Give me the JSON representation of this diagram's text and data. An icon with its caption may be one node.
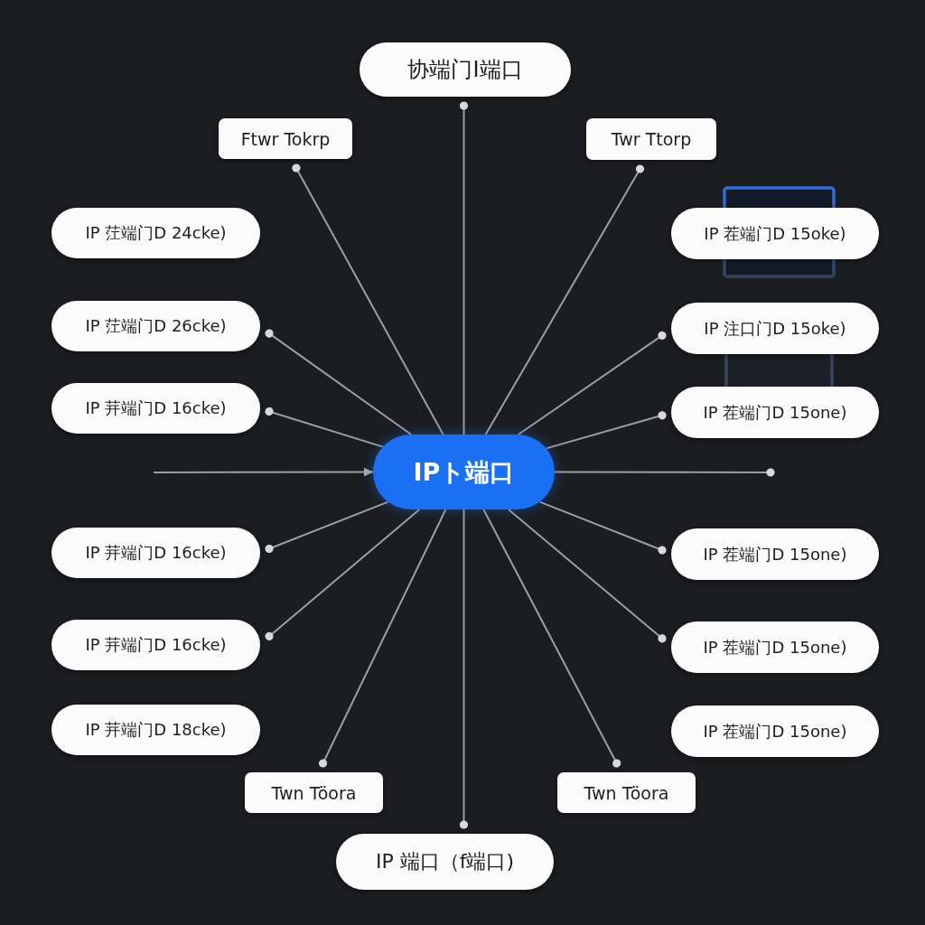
{
  "diagram": {
    "nodes": [
      {
        "text": [
          "协端门I端口"
        ]
      },
      {
        "text": [
          "Ftwr Tokrp"
        ]
      },
      {
        "text": [
          "Twr Ttorp"
        ]
      },
      {
        "text": [
          "IP 茳端门D 24cke)"
        ]
      },
      {
        "text": [
          "IP 茬端门D 15oke)"
        ]
      },
      {
        "text": [
          "IP 茳端门D 26cke)"
        ]
      },
      {
        "text": [
          "IP 注口门D 15oke)"
        ]
      },
      {
        "text": [
          "IP 茾端门D 16cke)"
        ]
      },
      {
        "text": [
          "IP 茬端门D 15one)"
        ]
      },
      {
        "text": [
          "IPト端口"
        ]
      },
      {
        "text": [
          "IP 茾端门D 16cke)"
        ]
      },
      {
        "text": [
          "IP 茬端门D 15one)"
        ]
      },
      {
        "text": [
          "IP 茾端门D 16cke)"
        ]
      },
      {
        "text": [
          "IP 茬端门D 15one)"
        ]
      },
      {
        "text": [
          "IP 茾端门D 18cke)"
        ]
      },
      {
        "text": [
          "IP 茬端门D 15one)"
        ]
      },
      {
        "text": [
          "Twn Töora"
        ]
      },
      {
        "text": [
          "Twn Töora"
        ]
      },
      {
        "text": [
          "IP 端口（f端口)"
        ]
      }
    ],
    "edges": [
      {
        "from": 9,
        "to": 0,
        "arrow": "other"
      },
      {
        "from": 9,
        "to": 1,
        "arrow": "other"
      },
      {
        "from": 9,
        "to": 2,
        "arrow": "other"
      },
      {
        "from": null,
        "to": 9,
        "arrow": "to"
      },
      {
        "from": 9,
        "to": null,
        "arrow": "other"
      },
      {
        "from": 9,
        "to": 5,
        "arrow": "other"
      },
      {
        "from": 9,
        "to": 7,
        "arrow": "other"
      },
      {
        "from": 9,
        "to": 6,
        "arrow": "other"
      },
      {
        "from": 9,
        "to": 8,
        "arrow": "other"
      },
      {
        "from": 9,
        "to": 10,
        "arrow": "other"
      },
      {
        "from": 9,
        "to": 12,
        "arrow": "other"
      },
      {
        "from": 9,
        "to": 11,
        "arrow": "other"
      },
      {
        "from": 9,
        "to": 13,
        "arrow": "other"
      },
      {
        "from": 9,
        "to": 16,
        "arrow": "other"
      },
      {
        "from": 9,
        "to": 17,
        "arrow": "other"
      },
      {
        "from": 9,
        "to": 18,
        "arrow": "other"
      }
    ]
  }
}
